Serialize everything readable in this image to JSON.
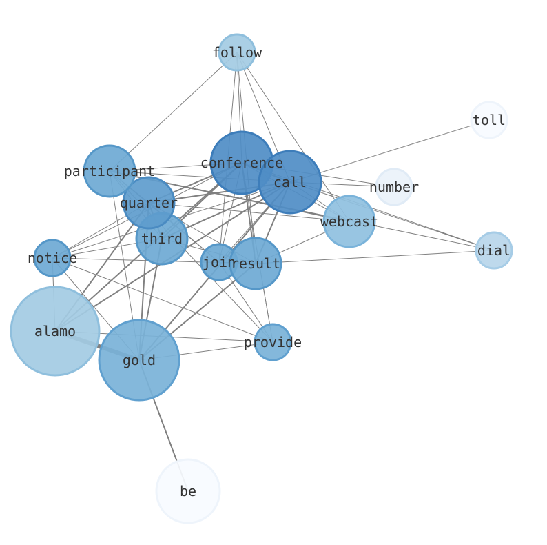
{
  "nodes": [
    {
      "id": "be",
      "label": "be",
      "color": "#f7fbff",
      "stroke": "#eef4fb"
    },
    {
      "id": "alamo",
      "label": "alamo",
      "color": "#a3cbe3",
      "stroke": "#8fbfdd"
    },
    {
      "id": "gold",
      "label": "gold",
      "color": "#7ab2d8",
      "stroke": "#60a0cf"
    },
    {
      "id": "provide",
      "label": "provide",
      "color": "#7ab2d8",
      "stroke": "#60a0cf"
    },
    {
      "id": "notice",
      "label": "notice",
      "color": "#6ea9d4",
      "stroke": "#5597c8"
    },
    {
      "id": "third",
      "label": "third",
      "color": "#6ea9d4",
      "stroke": "#5597c8"
    },
    {
      "id": "join",
      "label": "join",
      "color": "#6ea9d4",
      "stroke": "#5597c8"
    },
    {
      "id": "result",
      "label": "result",
      "color": "#6ea9d4",
      "stroke": "#5597c8"
    },
    {
      "id": "quarter",
      "label": "quarter",
      "color": "#5e9ccd",
      "stroke": "#4a8bc2"
    },
    {
      "id": "participant",
      "label": "participant",
      "color": "#6ea9d4",
      "stroke": "#5597c8"
    },
    {
      "id": "conference",
      "label": "conference",
      "color": "#4f8dc5",
      "stroke": "#3d7dba"
    },
    {
      "id": "call",
      "label": "call",
      "color": "#4f8dc5",
      "stroke": "#3d7dba"
    },
    {
      "id": "webcast",
      "label": "webcast",
      "color": "#8fc0e0",
      "stroke": "#7ab3da"
    },
    {
      "id": "follow",
      "label": "follow",
      "color": "#a3cbe3",
      "stroke": "#8fbfdd"
    },
    {
      "id": "number",
      "label": "number",
      "color": "#eaf2fa",
      "stroke": "#e0ebf6"
    },
    {
      "id": "toll",
      "label": "toll",
      "color": "#f7fbff",
      "stroke": "#eef4fb"
    },
    {
      "id": "dial",
      "label": "dial",
      "color": "#b8d6ea",
      "stroke": "#a6cce6"
    }
  ],
  "edges": [
    {
      "source": "be",
      "target": "gold",
      "weight": 2
    },
    {
      "source": "alamo",
      "target": "gold",
      "weight": 6
    },
    {
      "source": "alamo",
      "target": "provide",
      "weight": 1
    },
    {
      "source": "alamo",
      "target": "notice",
      "weight": 1
    },
    {
      "source": "alamo",
      "target": "quarter",
      "weight": 2
    },
    {
      "source": "alamo",
      "target": "conference",
      "weight": 2
    },
    {
      "source": "alamo",
      "target": "call",
      "weight": 2
    },
    {
      "source": "gold",
      "target": "provide",
      "weight": 1
    },
    {
      "source": "gold",
      "target": "notice",
      "weight": 1
    },
    {
      "source": "gold",
      "target": "third",
      "weight": 2
    },
    {
      "source": "gold",
      "target": "quarter",
      "weight": 2
    },
    {
      "source": "gold",
      "target": "result",
      "weight": 2
    },
    {
      "source": "gold",
      "target": "call",
      "weight": 2
    },
    {
      "source": "gold",
      "target": "participant",
      "weight": 1
    },
    {
      "source": "provide",
      "target": "notice",
      "weight": 1
    },
    {
      "source": "provide",
      "target": "conference",
      "weight": 1
    },
    {
      "source": "provide",
      "target": "participant",
      "weight": 1
    },
    {
      "source": "provide",
      "target": "join",
      "weight": 1
    },
    {
      "source": "notice",
      "target": "quarter",
      "weight": 1
    },
    {
      "source": "notice",
      "target": "third",
      "weight": 1
    },
    {
      "source": "notice",
      "target": "conference",
      "weight": 1
    },
    {
      "source": "notice",
      "target": "call",
      "weight": 1
    },
    {
      "source": "notice",
      "target": "result",
      "weight": 1
    },
    {
      "source": "third",
      "target": "quarter",
      "weight": 2
    },
    {
      "source": "third",
      "target": "conference",
      "weight": 2
    },
    {
      "source": "third",
      "target": "call",
      "weight": 2
    },
    {
      "source": "third",
      "target": "result",
      "weight": 1
    },
    {
      "source": "third",
      "target": "participant",
      "weight": 1
    },
    {
      "source": "quarter",
      "target": "conference",
      "weight": 2
    },
    {
      "source": "quarter",
      "target": "call",
      "weight": 2
    },
    {
      "source": "quarter",
      "target": "result",
      "weight": 1
    },
    {
      "source": "quarter",
      "target": "join",
      "weight": 1
    },
    {
      "source": "quarter",
      "target": "participant",
      "weight": 1
    },
    {
      "source": "quarter",
      "target": "webcast",
      "weight": 1
    },
    {
      "source": "participant",
      "target": "conference",
      "weight": 1
    },
    {
      "source": "participant",
      "target": "call",
      "weight": 1
    },
    {
      "source": "participant",
      "target": "follow",
      "weight": 1
    },
    {
      "source": "participant",
      "target": "join",
      "weight": 1
    },
    {
      "source": "participant",
      "target": "webcast",
      "weight": 2
    },
    {
      "source": "participant",
      "target": "dial",
      "weight": 1
    },
    {
      "source": "conference",
      "target": "call",
      "weight": 2
    },
    {
      "source": "conference",
      "target": "result",
      "weight": 2
    },
    {
      "source": "conference",
      "target": "join",
      "weight": 1
    },
    {
      "source": "conference",
      "target": "number",
      "weight": 1
    },
    {
      "source": "conference",
      "target": "webcast",
      "weight": 1
    },
    {
      "source": "conference",
      "target": "dial",
      "weight": 1
    },
    {
      "source": "conference",
      "target": "provide",
      "weight": 1
    },
    {
      "source": "call",
      "target": "result",
      "weight": 2
    },
    {
      "source": "call",
      "target": "join",
      "weight": 1
    },
    {
      "source": "call",
      "target": "toll",
      "weight": 1
    },
    {
      "source": "call",
      "target": "number",
      "weight": 1
    },
    {
      "source": "call",
      "target": "webcast",
      "weight": 1
    },
    {
      "source": "call",
      "target": "dial",
      "weight": 1
    },
    {
      "source": "follow",
      "target": "conference",
      "weight": 1
    },
    {
      "source": "follow",
      "target": "call",
      "weight": 1
    },
    {
      "source": "follow",
      "target": "webcast",
      "weight": 1
    },
    {
      "source": "follow",
      "target": "join",
      "weight": 1
    },
    {
      "source": "follow",
      "target": "result",
      "weight": 1
    },
    {
      "source": "result",
      "target": "dial",
      "weight": 1
    },
    {
      "source": "result",
      "target": "webcast",
      "weight": 1
    },
    {
      "source": "result",
      "target": "join",
      "weight": 1
    }
  ]
}
